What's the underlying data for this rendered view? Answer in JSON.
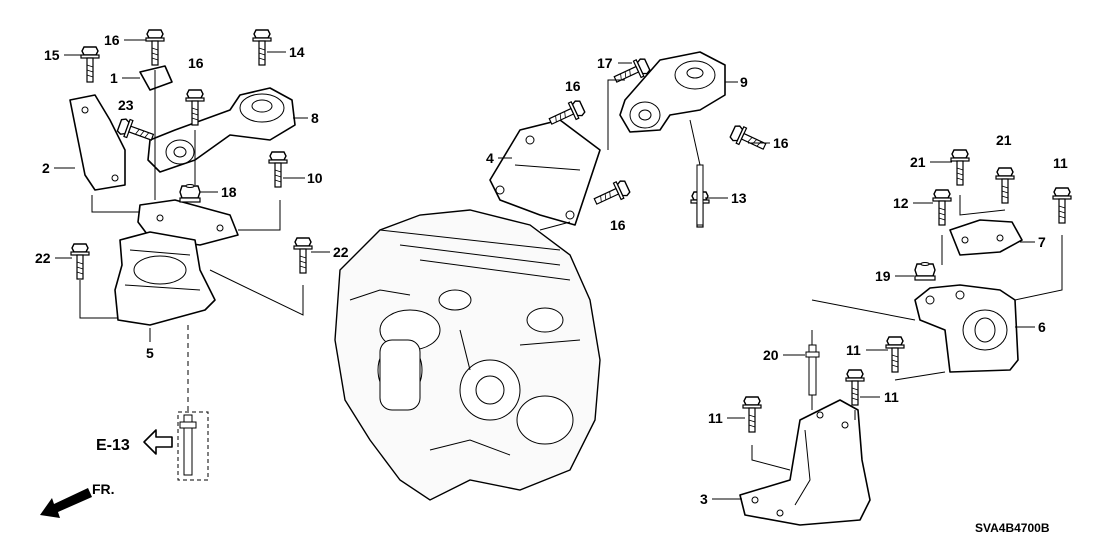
{
  "diagram": {
    "code": "SVA4B4700B",
    "ref_label": "E-13",
    "front_label": "FR.",
    "callouts": [
      {
        "id": "c1",
        "text": "1"
      },
      {
        "id": "c2",
        "text": "2"
      },
      {
        "id": "c3",
        "text": "3"
      },
      {
        "id": "c4",
        "text": "4"
      },
      {
        "id": "c5",
        "text": "5"
      },
      {
        "id": "c6",
        "text": "6"
      },
      {
        "id": "c7",
        "text": "7"
      },
      {
        "id": "c8",
        "text": "8"
      },
      {
        "id": "c9",
        "text": "9"
      },
      {
        "id": "c10",
        "text": "10"
      },
      {
        "id": "c11",
        "text": "11"
      },
      {
        "id": "c12",
        "text": "12"
      },
      {
        "id": "c13",
        "text": "13"
      },
      {
        "id": "c14",
        "text": "14"
      },
      {
        "id": "c15",
        "text": "15"
      },
      {
        "id": "c16",
        "text": "16"
      },
      {
        "id": "c17",
        "text": "17"
      },
      {
        "id": "c18",
        "text": "18"
      },
      {
        "id": "c19",
        "text": "19"
      },
      {
        "id": "c20",
        "text": "20"
      },
      {
        "id": "c21",
        "text": "21"
      },
      {
        "id": "c22",
        "text": "22"
      },
      {
        "id": "c23",
        "text": "23"
      }
    ]
  }
}
